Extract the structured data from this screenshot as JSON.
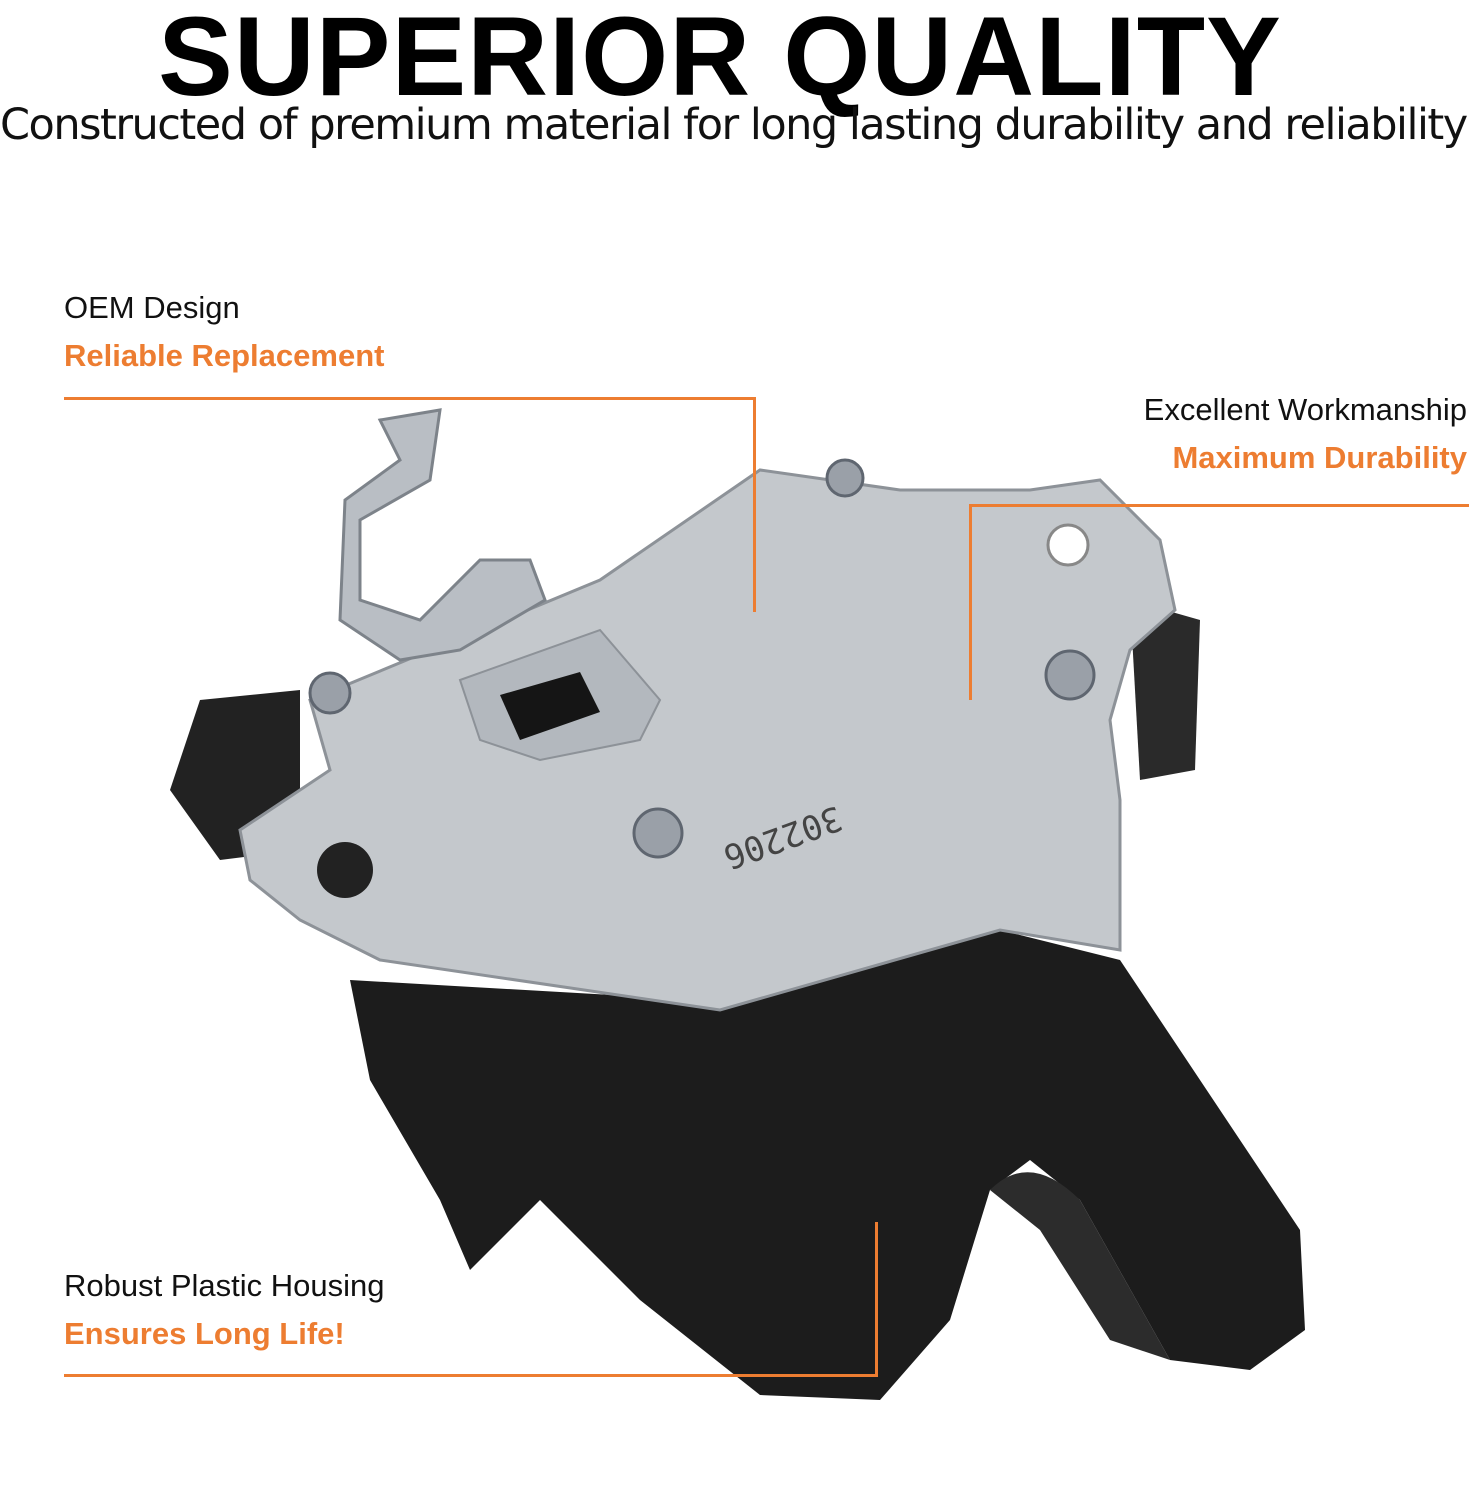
{
  "header": {
    "title": "SUPERIOR QUALITY",
    "subtitle": "Constructed of premium material for long lasting durability and reliability"
  },
  "callouts": [
    {
      "heading": "OEM Design",
      "highlight": "Reliable Replacement"
    },
    {
      "heading": "Excellent Workmanship",
      "highlight": "Maximum Durability"
    },
    {
      "heading": "Robust Plastic Housing",
      "highlight": "Ensures Long Life!"
    }
  ],
  "product": {
    "stamp": "302206"
  },
  "colors": {
    "accent": "#ed7d31",
    "text": "#111111",
    "plastic": "#1c1c1c",
    "metal": "#c4c8cc"
  }
}
